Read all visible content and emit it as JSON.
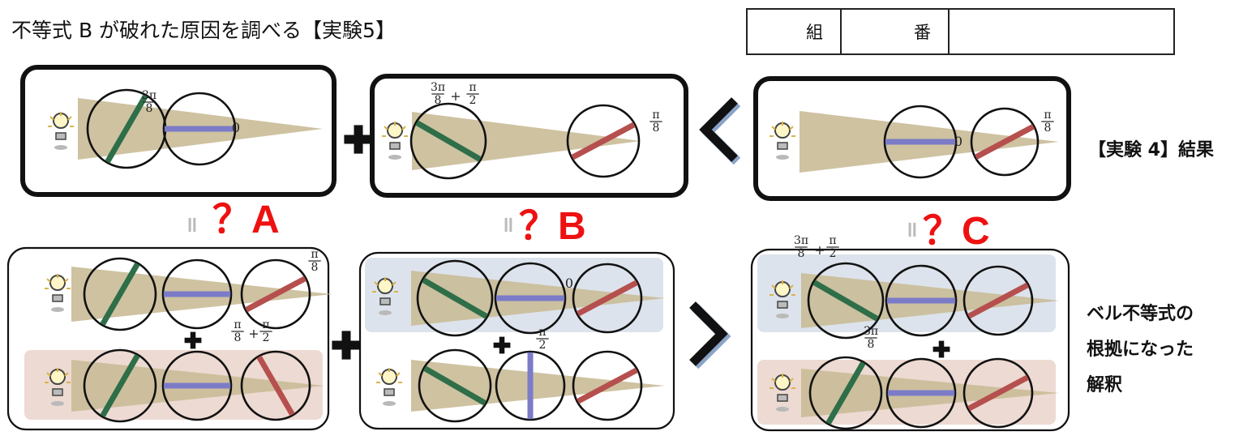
{
  "title": "不等式 B が破れた原因を調べる【実験5】",
  "id_table": {
    "class_label": "組",
    "number_label": "番",
    "name_value": ""
  },
  "side_labels": {
    "experiment4_result": "【実験 4】結果",
    "bell_interpretation": [
      "ベル不等式の",
      "根拠になった",
      "解釈"
    ]
  },
  "question_labels": [
    "？A",
    "？B",
    "？C"
  ],
  "equals_mark": "॥",
  "angle_labels": {
    "three_pi_over_8": [
      "3π",
      "8"
    ],
    "pi_over_8": [
      "π",
      "8"
    ],
    "pi_over_2": [
      "π",
      "2"
    ],
    "zero": "0",
    "plus": "+"
  },
  "operators": {
    "plus": "+",
    "less_than": "<",
    "greater_than": ">"
  },
  "colors": {
    "green_polarizer": "#2e6e48",
    "blue_polarizer": "#7b7bc8",
    "red_polarizer": "#b5504f",
    "beam": "#c9bb97",
    "blue_background": "#dde3ec",
    "pink_background": "#eddad2",
    "question_red": "#ee1111"
  },
  "icons": [
    "light-bulb-icon"
  ]
}
